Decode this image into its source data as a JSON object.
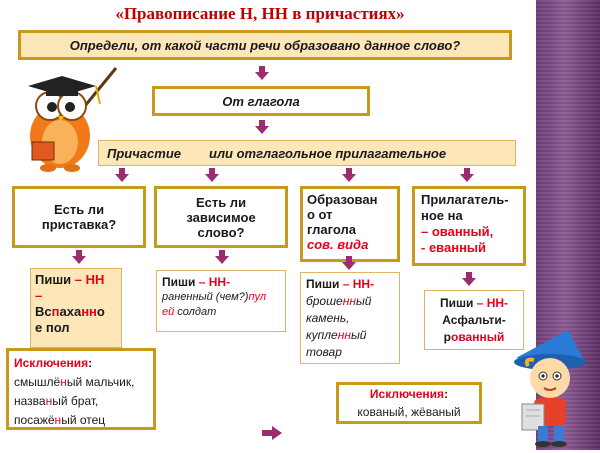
{
  "title": "«Правописание Н, НН в причастиях»",
  "question": "Определи, от какой части речи образовано данное слово?",
  "from_verb": "От глагола",
  "participle_row": {
    "left": "Причастие",
    "right": "или  отглагольное  прилагательное"
  },
  "conditions": [
    {
      "lines": [
        "Есть ли",
        "приставка?"
      ]
    },
    {
      "lines": [
        "Есть ли",
        "зависимое",
        "слово?"
      ]
    },
    {
      "lines": [
        "Образован",
        "о от",
        "глагола"
      ],
      "accent": "сов. вида"
    },
    {
      "lines": [
        "Прилагатель-",
        "ное на"
      ],
      "accent_lines": [
        "– ованный,",
        "- еванный"
      ]
    }
  ],
  "rules": {
    "rule1": {
      "label": "Пиши",
      "nn": "– НН",
      "dash": "–",
      "ex_a": "Вс",
      "ex_b": "пахан",
      "ex_hl": "нн",
      "ex_c": "о",
      "ex_d": "е пол"
    },
    "rule2": {
      "label": "Пиши",
      "nn": "– НН-",
      "ex_a": "раненный (чем?)",
      "ex_b": "пул",
      "ex_c": "ей",
      "ex_d": " солдат"
    },
    "rule3": {
      "label": "Пиши",
      "nn": "– НН-",
      "w1a": "броше",
      "w1b": "нн",
      "w1c": "ый",
      "w2": "камень,",
      "w3a": "купле",
      "w3b": "нн",
      "w3c": "ый",
      "w4": "товар"
    },
    "rule4": {
      "label": "Пиши",
      "nn": "– НН-",
      "w1": "Асфальти-",
      "w2a": "р",
      "w2b": "ованный"
    }
  },
  "exceptions_left": {
    "label": "Исключения",
    "colon": ":",
    "l1a": "смышлё",
    "l1b": "н",
    "l1c": "ый мальчик,",
    "l2a": "назва",
    "l2b": "н",
    "l2c": "ый брат,",
    "l3a": "посажё",
    "l3b": "н",
    "l3c": "ый отец"
  },
  "exceptions_right": {
    "label": "Исключения",
    "colon": ":",
    "words": "кованый, жёваный"
  },
  "colors": {
    "border": "#c89a1c",
    "accent_red": "#e8001c",
    "arrow": "#9b2d6f",
    "title_red": "#c00000",
    "strip": "#6e3e78"
  },
  "icons": [
    "owl-professor-icon",
    "kid-artist-icon",
    "down-arrow-icon",
    "right-arrow-icon"
  ]
}
